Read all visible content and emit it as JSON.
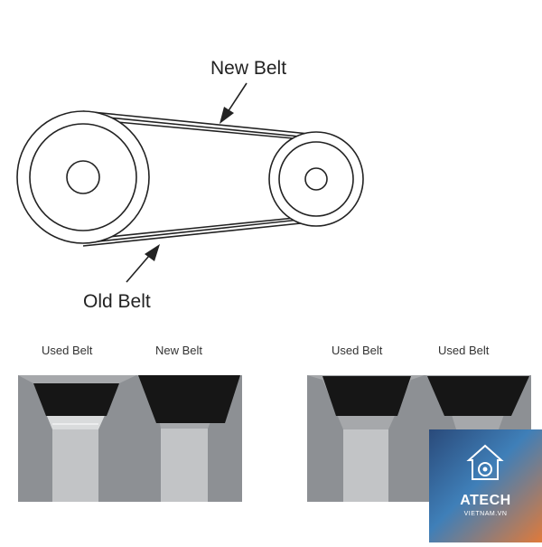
{
  "labels": {
    "new_belt": "New Belt",
    "old_belt": "Old Belt"
  },
  "comparisons": [
    {
      "left_label": "Used Belt",
      "right_label": "New Belt"
    },
    {
      "left_label": "Used Belt",
      "right_label": "Used Belt"
    }
  ],
  "logo": {
    "brand": "ATECH",
    "sub": "VIETNAM.VN",
    "icon": "house-gear-icon"
  },
  "colors": {
    "outline": "#222222",
    "belt": "#1a1a1a",
    "pulley_outer": "#8f9296",
    "pulley_mid": "#b7b9bc",
    "pulley_light": "#d3d5d7"
  }
}
